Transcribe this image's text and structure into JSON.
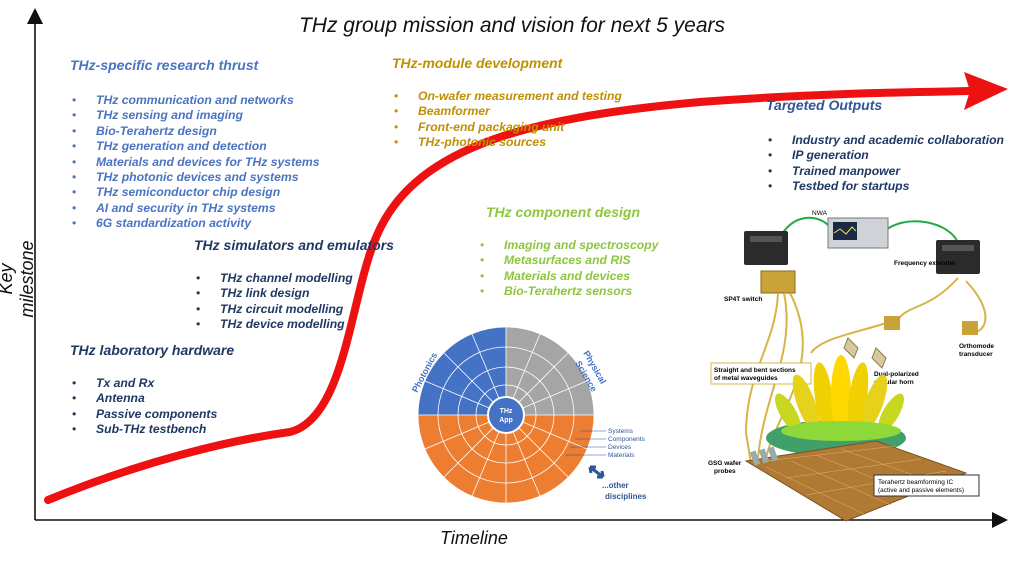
{
  "title": "THz group mission and vision for next 5 years",
  "x_axis_label": "Timeline",
  "y_axis_label": "Key milestone",
  "sections": {
    "research": {
      "heading": "THz-specific research thrust",
      "items": [
        "THz communication and networks",
        "THz sensing and imaging",
        "Bio-Terahertz design",
        "THz generation and detection",
        "Materials and devices for THz systems",
        "THz photonic devices and systems",
        "THz semiconductor chip design",
        "AI and security in THz systems",
        "6G standardization activity"
      ]
    },
    "simulators": {
      "heading": "THz simulators and emulators",
      "items": [
        "THz channel modelling",
        "THz link design",
        "THz circuit modelling",
        "THz device modelling"
      ]
    },
    "lab": {
      "heading": "THz laboratory hardware",
      "items": [
        "Tx and Rx",
        "Antenna",
        "Passive components",
        "Sub-THz testbench"
      ]
    },
    "module": {
      "heading": "THz-module development",
      "items": [
        "On-wafer measurement and testing",
        "Beamformer",
        "Front-end packaging unit",
        "THz-photonic sources"
      ]
    },
    "component": {
      "heading": "THz component design",
      "items": [
        "Imaging and spectroscopy",
        "Metasurfaces and RIS",
        "Materials and devices",
        "Bio-Terahertz sensors"
      ]
    },
    "outputs": {
      "heading": "Targeted Outputs",
      "items": [
        "Industry and academic collaboration",
        "IP generation",
        "Trained manpower",
        "Testbed for startups"
      ]
    }
  },
  "wheel": {
    "center_line1": "THz",
    "center_line2": "App",
    "arc_photonics": "Photonics",
    "arc_physical_line1": "Physical",
    "arc_physical_line2": "Science",
    "levels": [
      "Systems",
      "Components",
      "Devices",
      "Materials"
    ],
    "other_line1": "...other",
    "other_line2": "disciplines"
  },
  "setup": {
    "nwa": "NWA",
    "frequency_extender": "Frequency extender",
    "sp4t": "SP4T switch",
    "waveguides_line1": "Straight and bent sections",
    "waveguides_line2": "of metal waveguides",
    "horn_line1": "Dual-polarized",
    "horn_line2": "circular horn",
    "omt_line1": "Orthomode",
    "omt_line2": "transducer",
    "gsg_line1": "GSG wafer",
    "gsg_line2": "probes",
    "ic_line1": "Terahertz beamforming IC",
    "ic_line2": "(active and passive elements)"
  },
  "colors": {
    "curve": "#ee1111",
    "research": "#4a74c2",
    "navy": "#203864",
    "gold": "#bf9000",
    "green": "#8dc63f",
    "wheel_blue": "#4472c4",
    "wheel_gray": "#a5a5a5",
    "wheel_orange": "#ed7d31"
  }
}
